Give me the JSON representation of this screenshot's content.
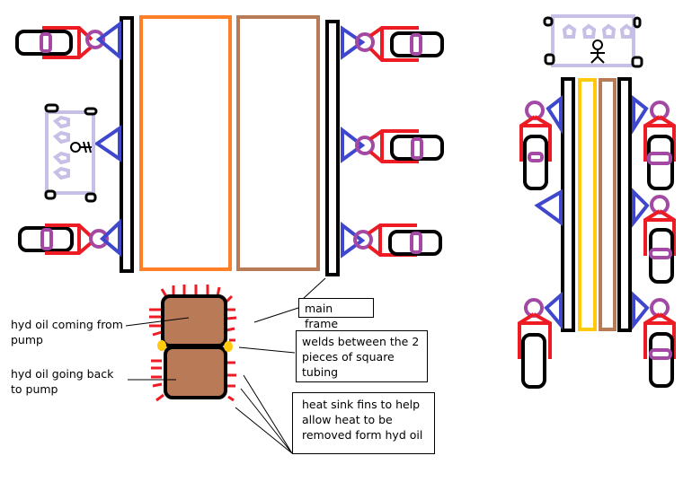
{
  "colors": {
    "frame": "#000000",
    "inner_tube_left": "#ff7f27",
    "inner_tube_right": "#b97a57",
    "vertical_inner_yellow": "#ffc90e",
    "wheel": "#000000",
    "fork": "#ed1c24",
    "pivot": "#a349a4",
    "bracket": "#3f48cc",
    "seat_box": "#c8bfe7",
    "weld": "#ffc90e",
    "fins": "#ed1c24",
    "tube_fill": "#b97a57"
  },
  "labels": {
    "oil_in": "hyd oil coming from pump",
    "oil_out": "hyd oil going back to pump",
    "main_frame": "main frame",
    "welds": "welds between the 2 pieces of square tubing",
    "fins": "heat sink fins to help allow heat to be removed form hyd oil"
  }
}
